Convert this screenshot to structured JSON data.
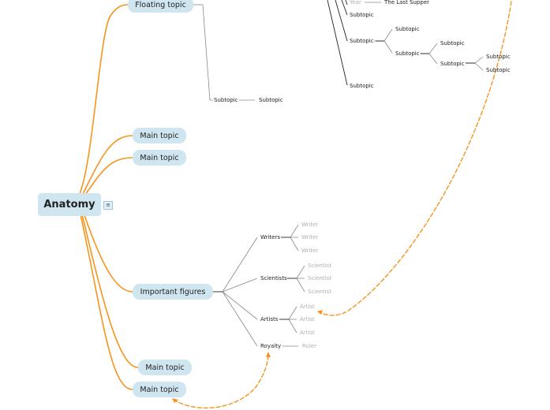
{
  "central": {
    "label": "Anatomy"
  },
  "main_topics": [
    {
      "id": "floating",
      "label": "Floating topic"
    },
    {
      "id": "main1",
      "label": "Main topic"
    },
    {
      "id": "main2",
      "label": "Main topic"
    },
    {
      "id": "important",
      "label": "Important figures"
    },
    {
      "id": "main3",
      "label": "Main topic"
    },
    {
      "id": "main4",
      "label": "Main topic"
    }
  ],
  "subtopics": [
    {
      "id": "t-year",
      "label": "Year",
      "faint": true
    },
    {
      "id": "t-supper",
      "label": "The Last Supper",
      "faint": false
    },
    {
      "id": "t-s1",
      "label": "Subtopic",
      "faint": false
    },
    {
      "id": "t-s2",
      "label": "Subtopic",
      "faint": false
    },
    {
      "id": "t-s3",
      "label": "Subtopic",
      "faint": false
    },
    {
      "id": "t-s4",
      "label": "Subtopic",
      "faint": false
    },
    {
      "id": "t-s5",
      "label": "Subtopic",
      "faint": false
    },
    {
      "id": "t-s6",
      "label": "Subtopic",
      "faint": false
    },
    {
      "id": "t-s7",
      "label": "Subtopic",
      "faint": false
    },
    {
      "id": "t-s8",
      "label": "Subtopic",
      "faint": false
    },
    {
      "id": "t-s9",
      "label": "Subtopic",
      "faint": false
    },
    {
      "id": "t-s10",
      "label": "Subtopic",
      "faint": false
    },
    {
      "id": "t-s11",
      "label": "Subtopic",
      "faint": false
    },
    {
      "id": "t-writers",
      "label": "Writers",
      "faint": false
    },
    {
      "id": "t-w1",
      "label": "Writer",
      "faint": true
    },
    {
      "id": "t-w2",
      "label": "Writer",
      "faint": true
    },
    {
      "id": "t-w3",
      "label": "Writer",
      "faint": true
    },
    {
      "id": "t-scientists",
      "label": "Scientists",
      "faint": false
    },
    {
      "id": "t-sc1",
      "label": "Scientist",
      "faint": true
    },
    {
      "id": "t-sc2",
      "label": "Scientist",
      "faint": true
    },
    {
      "id": "t-sc3",
      "label": "Scientist",
      "faint": true
    },
    {
      "id": "t-artists",
      "label": "Artists",
      "faint": false
    },
    {
      "id": "t-a1",
      "label": "Artist",
      "faint": true
    },
    {
      "id": "t-a2",
      "label": "Artist",
      "faint": true
    },
    {
      "id": "t-a3",
      "label": "Artist",
      "faint": true
    },
    {
      "id": "t-royalty",
      "label": "Royalty",
      "faint": false
    },
    {
      "id": "t-ruler",
      "label": "Ruler",
      "faint": true
    }
  ],
  "colors": {
    "branch": "#f7941d",
    "node_fill": "#cfe6f0",
    "connector": "#888888",
    "dark_connector": "#222222"
  },
  "icons": {
    "notes": "notes-icon"
  }
}
